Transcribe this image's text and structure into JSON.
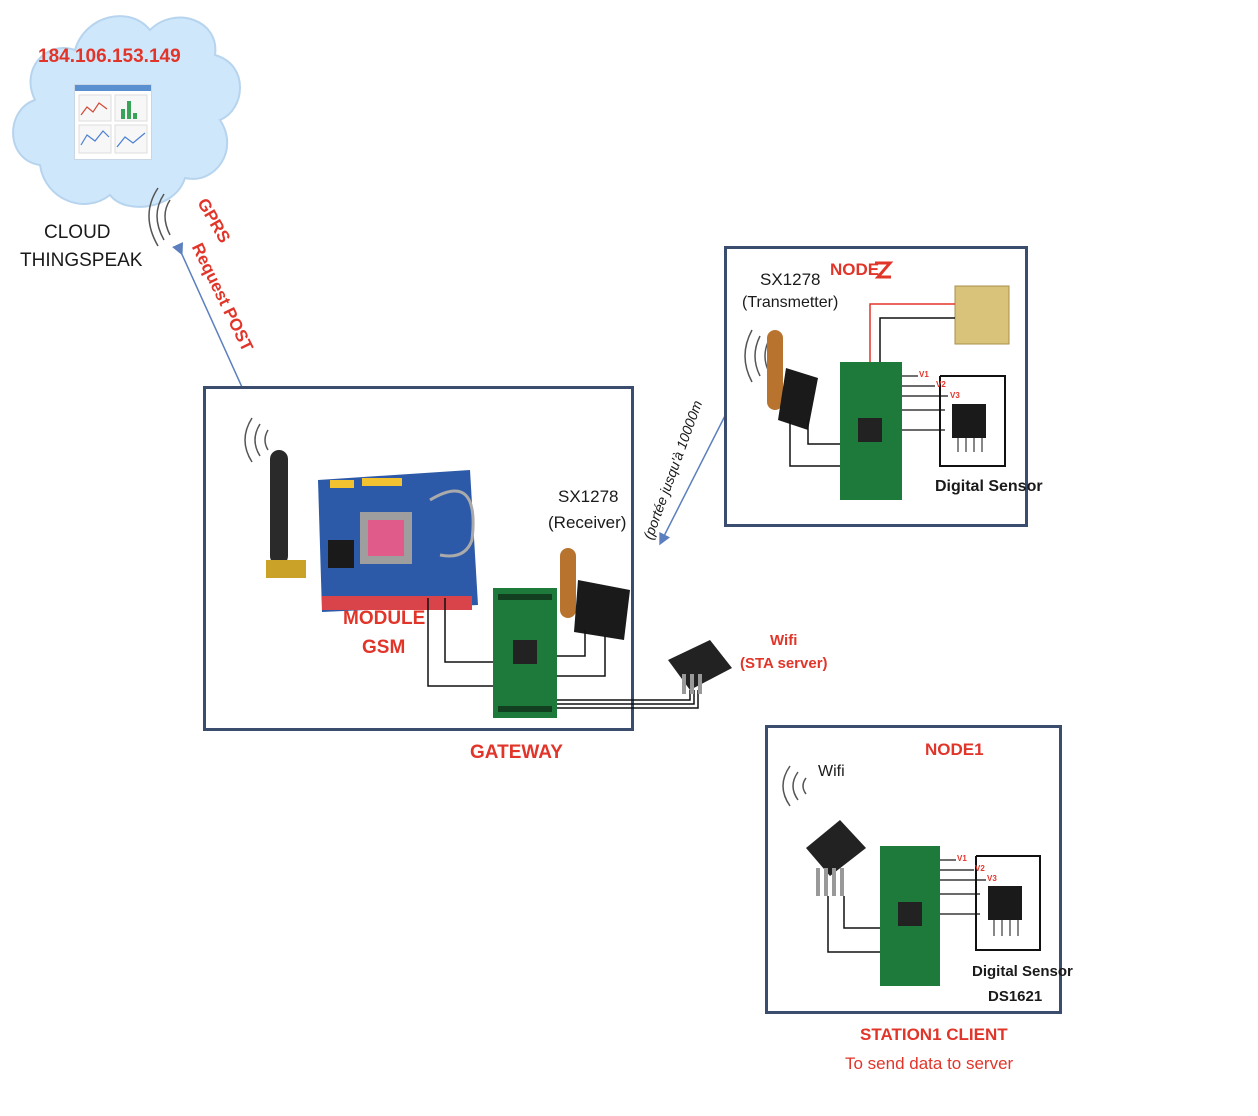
{
  "cloud": {
    "ip": "184.106.153.149",
    "label_line1": "CLOUD",
    "label_line2": "THINGSPEAK"
  },
  "link": {
    "gprs": "GPRS",
    "request": "Request POST",
    "range": "(portée jusqu'à 10000m"
  },
  "gateway": {
    "title": "GATEWAY",
    "module_line1": "MODULE",
    "module_line2": "GSM",
    "receiver_line1": "SX1278",
    "receiver_line2": "(Receiver)",
    "wifi_line1": "Wifi",
    "wifi_line2": "(STA server)"
  },
  "node2": {
    "title": "NODE",
    "tx_line1": "SX1278",
    "tx_line2": "(Transmetter)",
    "sensor": "Digital Sensor",
    "v1": "V1",
    "v2": "V2",
    "v3": "V3"
  },
  "node1": {
    "title": "NODE1",
    "wifi": "Wifi",
    "sensor_line1": "Digital Sensor",
    "sensor_line2": "DS1621",
    "v1": "V1",
    "v2": "V2",
    "v3": "V3",
    "caption_line1": "STATION1 CLIENT",
    "caption_line2": "To send data to server"
  },
  "colors": {
    "accent_red": "#e2352a",
    "box_border": "#3b4d6e",
    "arrow_blue": "#5b7fbf",
    "cloud_fill": "#cfe7fb",
    "board_green": "#1e7a3a"
  }
}
